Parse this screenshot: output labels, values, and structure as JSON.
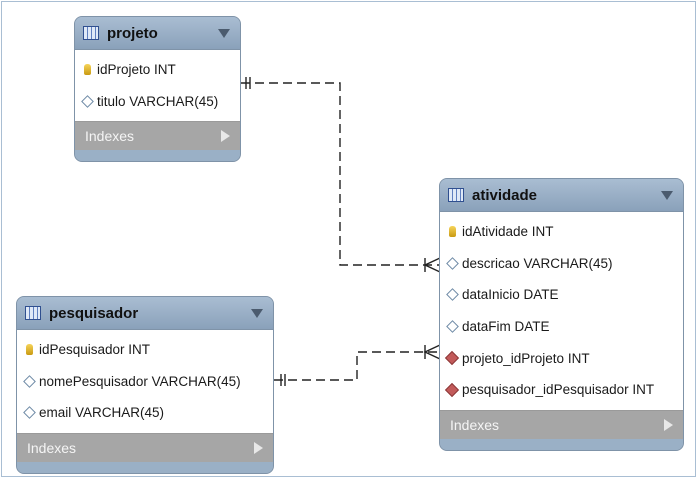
{
  "tables": {
    "projeto": {
      "name": "projeto",
      "columns": [
        {
          "text": "idProjeto INT",
          "icon": "key"
        },
        {
          "text": "titulo VARCHAR(45)",
          "icon": "hollow"
        }
      ],
      "indexes_label": "Indexes"
    },
    "pesquisador": {
      "name": "pesquisador",
      "columns": [
        {
          "text": "idPesquisador INT",
          "icon": "key"
        },
        {
          "text": "nomePesquisador VARCHAR(45)",
          "icon": "hollow"
        },
        {
          "text": "email VARCHAR(45)",
          "icon": "hollow"
        }
      ],
      "indexes_label": "Indexes"
    },
    "atividade": {
      "name": "atividade",
      "columns": [
        {
          "text": "idAtividade INT",
          "icon": "key"
        },
        {
          "text": "descricao VARCHAR(45)",
          "icon": "hollow"
        },
        {
          "text": "dataInicio DATE",
          "icon": "hollow"
        },
        {
          "text": "dataFim DATE",
          "icon": "hollow"
        },
        {
          "text": "projeto_idProjeto INT",
          "icon": "fk"
        },
        {
          "text": "pesquisador_idPesquisador INT",
          "icon": "fk"
        }
      ],
      "indexes_label": "Indexes"
    }
  },
  "relationships": [
    {
      "from": "projeto",
      "to": "atividade",
      "from_cardinality": "one",
      "to_cardinality": "many"
    },
    {
      "from": "pesquisador",
      "to": "atividade",
      "from_cardinality": "one",
      "to_cardinality": "many"
    }
  ],
  "colors": {
    "header": "#98adc3",
    "indexes": "#a6a6a6",
    "fk": "#c25a5a",
    "key": "#e6b52e"
  }
}
